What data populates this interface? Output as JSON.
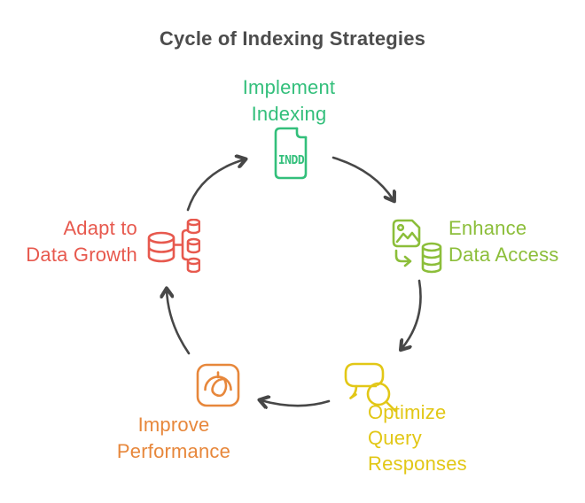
{
  "title": "Cycle of Indexing Strategies",
  "colors": {
    "title": "#4c4c4c",
    "arrow": "#474747",
    "implement": "#33bf7b",
    "enhance": "#8cbe3a",
    "optimize": "#e2c716",
    "improve": "#e7873b",
    "adapt": "#e7594e",
    "background": "#ffffff"
  },
  "nodes": {
    "implement": {
      "lines": [
        "Implement",
        "Indexing"
      ],
      "icon": "indd-file-icon",
      "file_label": "INDD"
    },
    "enhance": {
      "lines": [
        "Enhance",
        "Data Access"
      ],
      "icon": "image-to-database-icon"
    },
    "optimize": {
      "lines": [
        "Optimize",
        "Query",
        "Responses"
      ],
      "icon": "speech-bubble-search-icon"
    },
    "improve": {
      "lines": [
        "Improve",
        "Performance"
      ],
      "icon": "gauge-icon"
    },
    "adapt": {
      "lines": [
        "Adapt to",
        "Data Growth"
      ],
      "icon": "database-growth-icon"
    }
  },
  "arrows": [
    {
      "from": "Adapt to Data Growth",
      "to": "Implement Indexing"
    },
    {
      "from": "Implement Indexing",
      "to": "Enhance Data Access"
    },
    {
      "from": "Enhance Data Access",
      "to": "Optimize Query Responses"
    },
    {
      "from": "Optimize Query Responses",
      "to": "Improve Performance"
    },
    {
      "from": "Improve Performance",
      "to": "Adapt to Data Growth"
    }
  ]
}
